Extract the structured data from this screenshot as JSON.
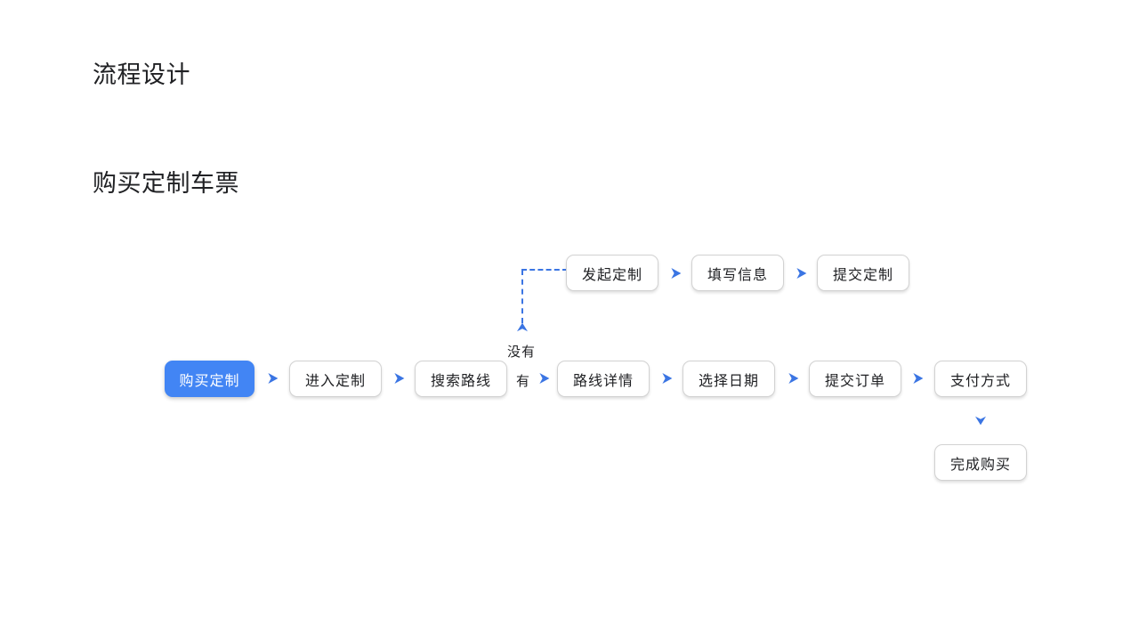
{
  "page": {
    "title": "流程设计",
    "subtitle": "购买定制车票"
  },
  "colors": {
    "accent": "#4285f4",
    "arrow": "#3b75e3",
    "node_border": "#d2d2d2",
    "node_bg": "#ffffff",
    "text": "#202124",
    "primary_text": "#ffffff",
    "background": "#ffffff"
  },
  "flow": {
    "main_row": {
      "nodes": [
        {
          "label": "购买定制",
          "style": "primary"
        },
        {
          "label": "进入定制",
          "style": "default"
        },
        {
          "label": "搜索路线",
          "style": "default"
        },
        {
          "label": "路线详情",
          "style": "default"
        },
        {
          "label": "选择日期",
          "style": "default"
        },
        {
          "label": "提交订单",
          "style": "default"
        },
        {
          "label": "支付方式",
          "style": "default"
        }
      ],
      "arrows": [
        "arrow-right-icon",
        "arrow-right-icon",
        "arrow-right-icon",
        "arrow-right-icon",
        "arrow-right-icon",
        "arrow-right-icon"
      ]
    },
    "branch_row": {
      "nodes": [
        {
          "label": "发起定制",
          "style": "default"
        },
        {
          "label": "填写信息",
          "style": "default"
        },
        {
          "label": "提交定制",
          "style": "default"
        }
      ],
      "arrows": [
        "arrow-right-icon",
        "arrow-right-icon"
      ]
    },
    "end_row": {
      "nodes": [
        {
          "label": "完成购买",
          "style": "default"
        }
      ],
      "arrow": "arrow-down-icon"
    },
    "branch_labels": {
      "no_route": "没有",
      "has_route": "有"
    },
    "connectors": {
      "branch_up_arrow": "arrow-up-icon",
      "dashed_connector": "dashed-branch-connector"
    }
  }
}
